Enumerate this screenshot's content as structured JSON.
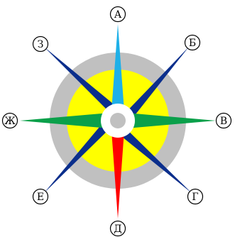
{
  "diagram": {
    "type": "compass-rose",
    "labels": {
      "north": "А",
      "northeast": "Б",
      "east": "В",
      "southeast": "Г",
      "south": "Д",
      "southwest": "Е",
      "west": "Ж",
      "northwest": "З"
    },
    "colors": {
      "background": "#ffffff",
      "outer_ring": "#c0c0c0",
      "inner_disc": "#ffff00",
      "hub_ring": "#ffffff",
      "hub_center": "#c0c0c0",
      "north_needle": "#1eb0e8",
      "south_needle": "#ff0000",
      "east_west_needle": "#0aa04a",
      "diagonal_needle": "#0a2e8c"
    }
  }
}
